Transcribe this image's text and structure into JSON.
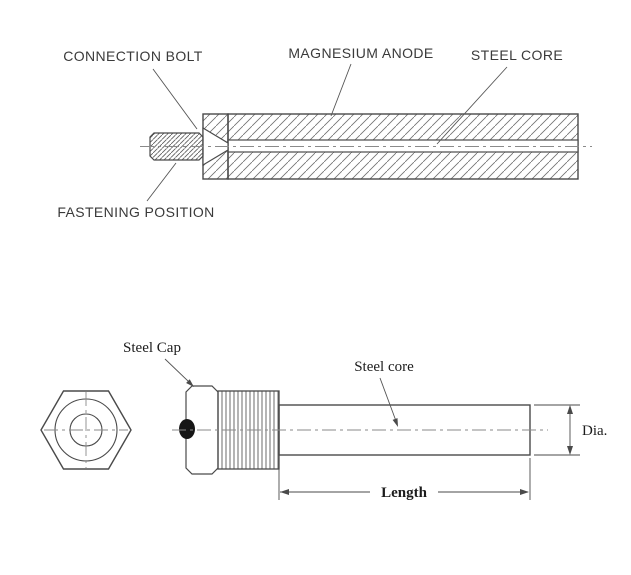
{
  "drawing": {
    "background": "#ffffff",
    "line_color": "#4a4a4a",
    "section_view": {
      "labels": {
        "connection_bolt": "CONNECTION BOLT",
        "magnesium_anode": "MAGNESIUM ANODE",
        "steel_core": "STEEL CORE",
        "fastening_position": "FASTENING POSITION"
      }
    },
    "dimension_view": {
      "labels": {
        "steel_cap": "Steel Cap",
        "steel_core": "Steel core",
        "diameter": "Dia.",
        "length": "Length"
      }
    }
  }
}
